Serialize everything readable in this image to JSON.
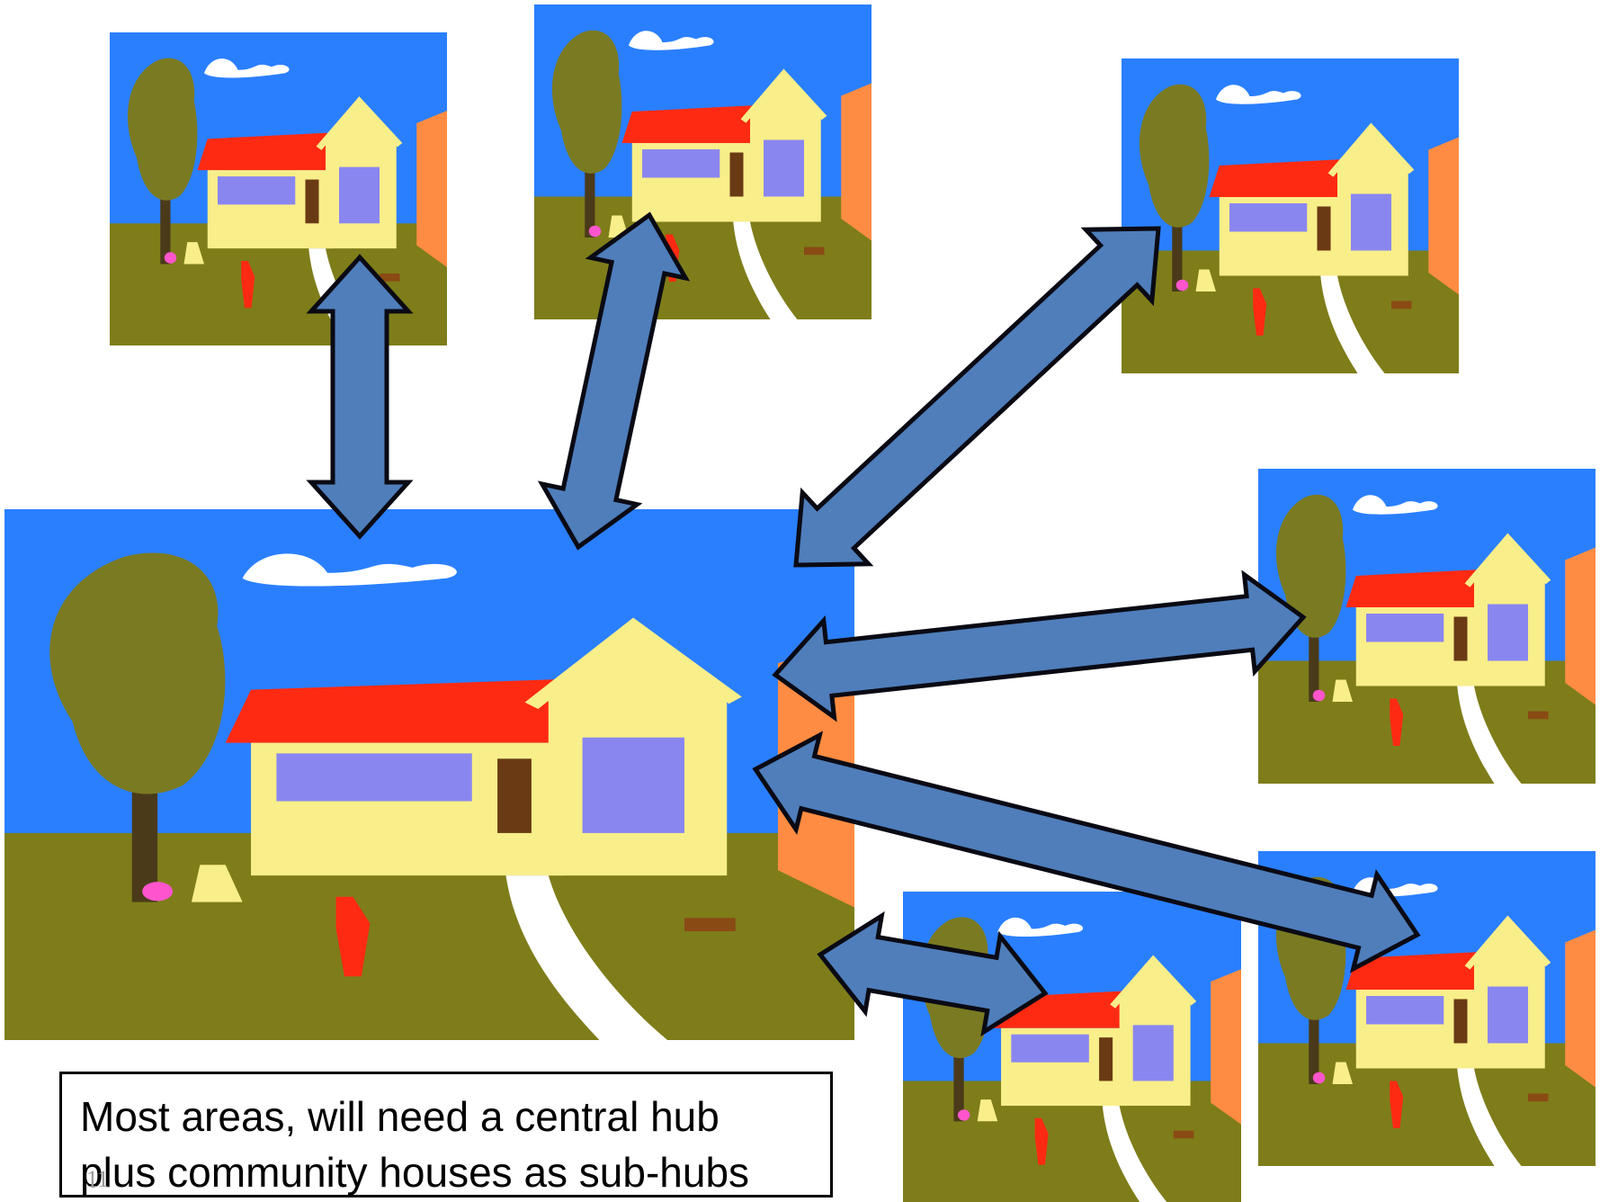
{
  "caption": {
    "line1": "Most areas, will need a central hub",
    "line2": "plus community houses as sub-hubs"
  },
  "slide_number": "11",
  "colors": {
    "sky": "#2a7fff",
    "grass": "#7e7d1a",
    "roof": "#ff2a12",
    "wall": "#f8ee8a",
    "window": "#8a86f0",
    "tree": "#7a7a22",
    "trunk": "#4a3a1a",
    "side_building": "#ff8c42",
    "path": "#ffffff",
    "arrow_fill": "#4f7ebb",
    "arrow_stroke": "#0a0a14"
  }
}
